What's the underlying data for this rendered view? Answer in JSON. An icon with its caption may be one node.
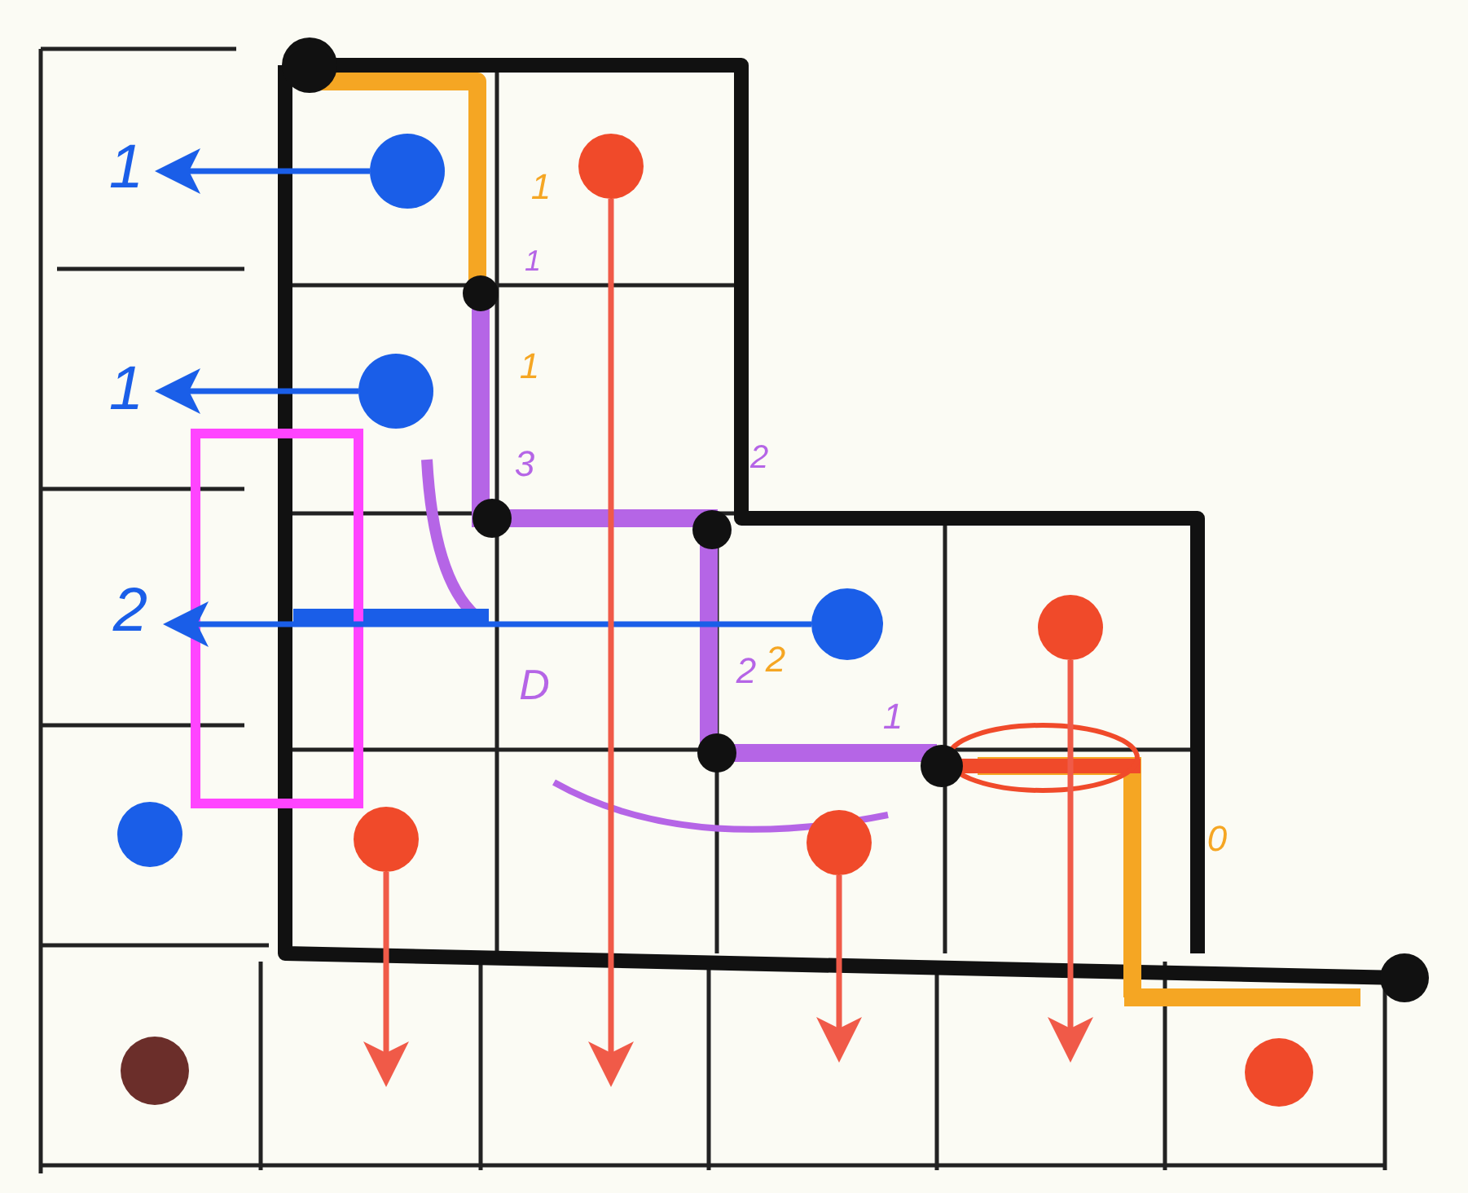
{
  "diagram": {
    "nodes": [
      {
        "text": [
          "1"
        ]
      },
      {
        "text": [
          "1"
        ]
      },
      {
        "text": [
          "2"
        ]
      },
      {
        "text": [],
        "shape": "circle"
      },
      {
        "text": [],
        "shape": "circle"
      },
      {
        "text": [],
        "shape": "circle"
      },
      {
        "text": [],
        "shape": "circle"
      },
      {
        "text": [],
        "shape": "circle"
      },
      {
        "text": [],
        "shape": "circle"
      },
      {
        "text": [],
        "shape": "circle"
      }
    ],
    "edges": [
      {
        "from": 3,
        "to": 0,
        "arrow": "to",
        "color": "#1a5ee8"
      },
      {
        "from": 4,
        "to": 1,
        "arrow": "to",
        "color": "#1a5ee8"
      },
      {
        "from": 5,
        "to": 2,
        "arrow": "to",
        "color": "#1a5ee8"
      },
      {
        "from": 6,
        "to": null,
        "arrow": "to",
        "color": "#f05a48"
      },
      {
        "from": 7,
        "to": null,
        "arrow": "to",
        "color": "#f05a48"
      },
      {
        "from": 8,
        "to": null,
        "arrow": "to",
        "color": "#f05a48"
      },
      {
        "from": 9,
        "to": null,
        "arrow": "to",
        "color": "#f05a48"
      }
    ],
    "labels": [
      "1",
      "1",
      "1",
      "3",
      "2",
      "D",
      "2",
      "2",
      "1",
      "0"
    ]
  }
}
